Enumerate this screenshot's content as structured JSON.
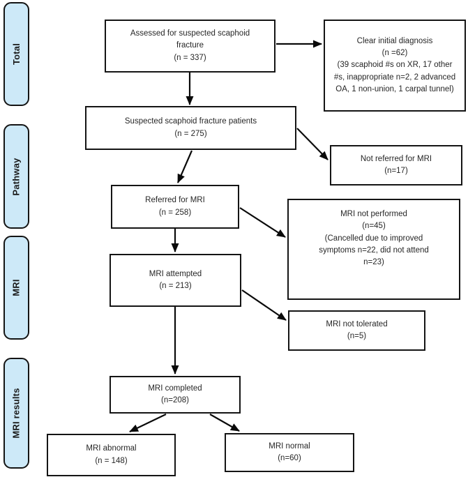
{
  "sidebar": {
    "items": [
      {
        "label": "Total"
      },
      {
        "label": "Pathway"
      },
      {
        "label": "MRI"
      },
      {
        "label": "MRI results"
      }
    ]
  },
  "boxes": {
    "assessed": {
      "label": "Assessed for suspected scaphoid fracture",
      "count": "(n = 337)"
    },
    "clear_diagnosis": {
      "label": "Clear initial diagnosis",
      "count": "(n =62)",
      "detail": "(39 scaphoid #s on XR, 17 other #s, inappropriate n=2, 2 advanced OA, 1 non-union, 1 carpal tunnel)"
    },
    "suspected": {
      "label": "Suspected scaphoid fracture patients",
      "count": "(n = 275)"
    },
    "not_referred": {
      "label": "Not referred for MRI",
      "count": "(n=17)"
    },
    "referred": {
      "label": "Referred for MRI",
      "count": "(n = 258)"
    },
    "mri_not_performed": {
      "label": "MRI not performed",
      "count": "(n=45)",
      "detail": "(Cancelled due to improved symptoms n=22, did not attend n=23)"
    },
    "mri_attempted": {
      "label": "MRI attempted",
      "count": "(n = 213)"
    },
    "mri_not_tolerated": {
      "label": "MRI not tolerated",
      "count": "(n=5)"
    },
    "mri_completed": {
      "label": "MRI completed",
      "count": "(n=208)"
    },
    "mri_abnormal": {
      "label": "MRI abnormal",
      "count": "(n = 148)"
    },
    "mri_normal": {
      "label": "MRI normal",
      "count": "(n=60)"
    }
  },
  "colors": {
    "sidebar_fill": "#cde9f8",
    "box_border": "#141414",
    "arrow": "#0a0a0a"
  }
}
